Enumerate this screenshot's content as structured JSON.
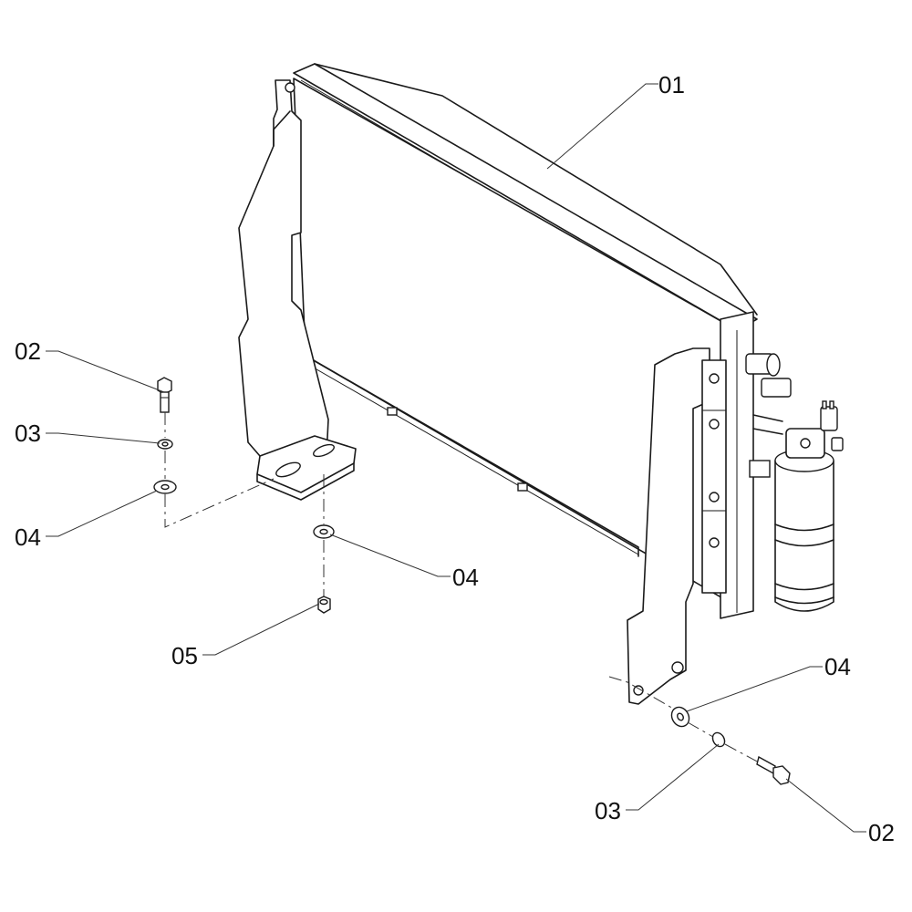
{
  "callouts": [
    {
      "id": "c01",
      "label": "01"
    },
    {
      "id": "c02a",
      "label": "02"
    },
    {
      "id": "c03a",
      "label": "03"
    },
    {
      "id": "c04a",
      "label": "04"
    },
    {
      "id": "c04b",
      "label": "04"
    },
    {
      "id": "c05",
      "label": "05"
    },
    {
      "id": "c04c",
      "label": "04"
    },
    {
      "id": "c03b",
      "label": "03"
    },
    {
      "id": "c02b",
      "label": "02"
    }
  ]
}
